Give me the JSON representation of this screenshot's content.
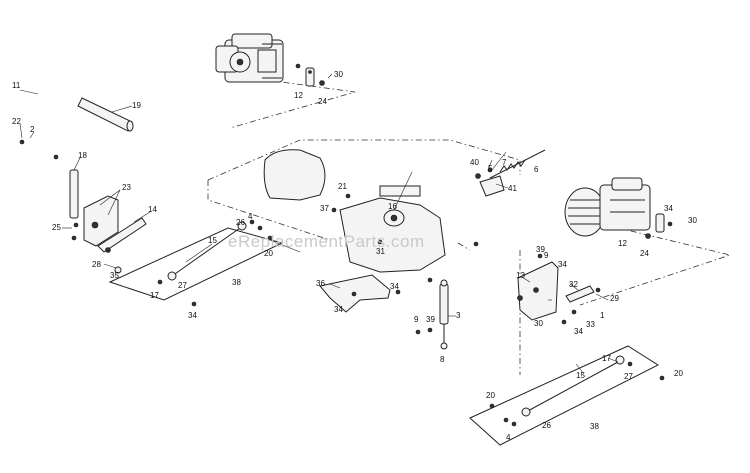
{
  "watermark": "eReplacementParts.com",
  "callouts": [
    "11",
    "19",
    "22",
    "2",
    "18",
    "23",
    "14",
    "25",
    "28",
    "35",
    "26",
    "4",
    "15",
    "20",
    "17",
    "27",
    "38",
    "34",
    "12",
    "24",
    "30",
    "21",
    "37",
    "16",
    "31",
    "40",
    "5",
    "7",
    "6",
    "41",
    "36",
    "8",
    "9",
    "39",
    "3",
    "13",
    "32",
    "29",
    "33",
    "1",
    "20",
    "15",
    "17",
    "27",
    "20",
    "38",
    "4",
    "26",
    "12",
    "24",
    "34",
    "30",
    "34",
    "34",
    "9",
    "34",
    "39",
    "30",
    "34"
  ]
}
